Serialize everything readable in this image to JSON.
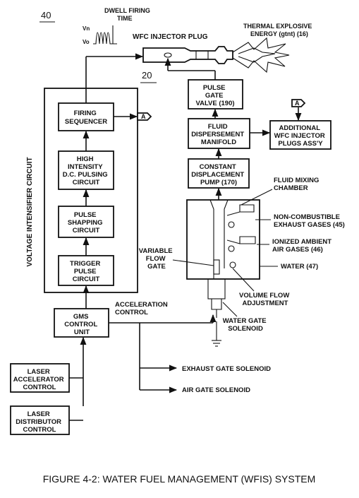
{
  "figure_number": "40",
  "ref_20": "20",
  "caption": "FIGURE 4-2: WATER FUEL MANAGEMENT (WFIS) SYSTEM",
  "waveform": {
    "title_line1": "DWELL FIRING",
    "title_line2": "TIME",
    "label_top": "Vn",
    "label_bottom": "Vo"
  },
  "injector": {
    "label": "WFC INJECTOR PLUG"
  },
  "thermal": {
    "line1": "THERMAL EXPLOSIVE",
    "line2": "ENERGY (gtnt) (16)"
  },
  "intensifier": {
    "vertical_label": "VOLTAGE INTENSIFIER CIRCUIT"
  },
  "blocks": {
    "firing_sequencer": [
      "FIRING",
      "SEQUENCER"
    ],
    "pulsing_circuit": [
      "HIGH",
      "INTENSITY",
      "D.C. PULSING",
      "CIRCUIT"
    ],
    "shaping_circuit": [
      "PULSE",
      "SHAPPING",
      "CIRCUIT"
    ],
    "trigger_circuit": [
      "TRIGGER",
      "PULSE",
      "CIRCUIT"
    ],
    "gms_unit": [
      "GMS",
      "CONTROL",
      "UNIT"
    ],
    "laser_accelerator": [
      "LASER",
      "ACCELERATOR",
      "CONTROL"
    ],
    "laser_distributor": [
      "LASER",
      "DISTRIBUTOR",
      "CONTROL"
    ],
    "pulse_gate_valve": [
      "PULSE",
      "GATE",
      "VALVE (190)"
    ],
    "fluid_manifold": [
      "FLUID",
      "DISPERSEMENT",
      "MANIFOLD"
    ],
    "additional_plugs": [
      "ADDITIONAL",
      "WFC INJECTOR",
      "PLUGS ASS'Y"
    ],
    "displacement_pump": [
      "CONSTANT",
      "DISPLACEMENT",
      "PUMP (170)"
    ]
  },
  "connector_label": "A",
  "acceleration_control": [
    "ACCELERATION",
    "CONTROL"
  ],
  "outputs": {
    "exhaust_gate": "EXHAUST GATE SOLENOID",
    "air_gate": "AIR GATE SOLENOID"
  },
  "chamber": {
    "title": [
      "FLUID MIXING",
      "CHAMBER"
    ],
    "exhaust_gases": [
      "NON-COMBUSTIBLE",
      "EXHAUST GASES (45)"
    ],
    "air_gases": [
      "IONIZED AMBIENT",
      "AIR GASES (46)"
    ],
    "water": "WATER (47)",
    "flow_gate": [
      "VARIABLE",
      "FLOW",
      "GATE"
    ],
    "volume_flow": [
      "VOLUME FLOW",
      "ADJUSTMENT"
    ],
    "water_solenoid": [
      "WATER GATE",
      "SOLENOID"
    ]
  }
}
